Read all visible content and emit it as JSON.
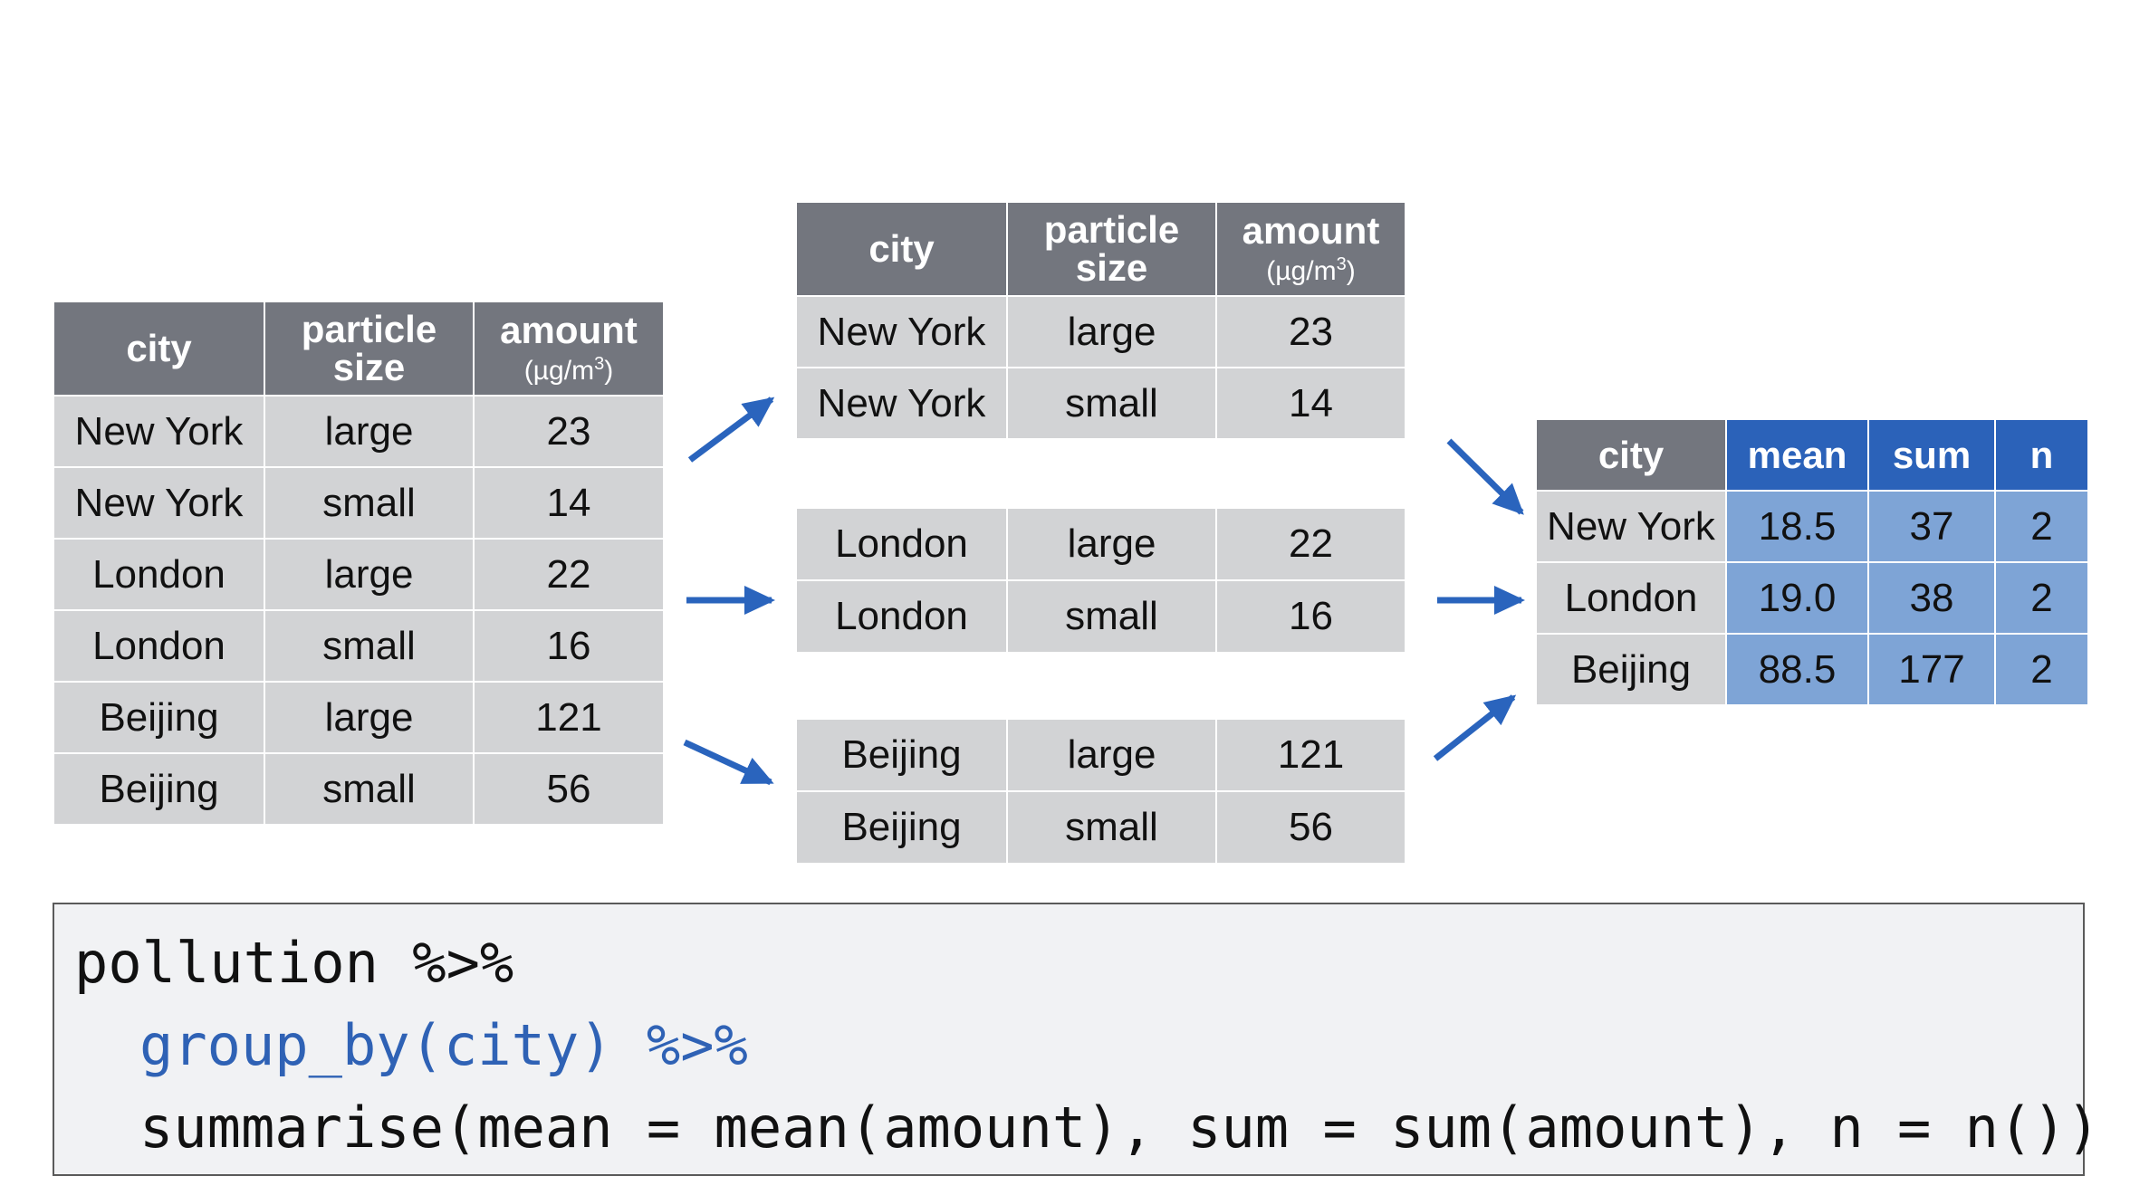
{
  "headers": {
    "city": "city",
    "particle_size_line1": "particle",
    "particle_size_line2": "size",
    "amount": "amount",
    "amount_unit_prefix": "(µg/m",
    "amount_unit_exp": "3",
    "amount_unit_suffix": ")",
    "mean": "mean",
    "sum": "sum",
    "n": "n"
  },
  "input_table": {
    "rows": [
      {
        "city": "New York",
        "size": "large",
        "amount": "23"
      },
      {
        "city": "New York",
        "size": "small",
        "amount": "14"
      },
      {
        "city": "London",
        "size": "large",
        "amount": "22"
      },
      {
        "city": "London",
        "size": "small",
        "amount": "16"
      },
      {
        "city": "Beijing",
        "size": "large",
        "amount": "121"
      },
      {
        "city": "Beijing",
        "size": "small",
        "amount": "56"
      }
    ]
  },
  "groups": {
    "new_york": {
      "rows": [
        {
          "city": "New York",
          "size": "large",
          "amount": "23"
        },
        {
          "city": "New York",
          "size": "small",
          "amount": "14"
        }
      ]
    },
    "london": {
      "rows": [
        {
          "city": "London",
          "size": "large",
          "amount": "22"
        },
        {
          "city": "London",
          "size": "small",
          "amount": "16"
        }
      ]
    },
    "beijing": {
      "rows": [
        {
          "city": "Beijing",
          "size": "large",
          "amount": "121"
        },
        {
          "city": "Beijing",
          "size": "small",
          "amount": "56"
        }
      ]
    }
  },
  "result_table": {
    "rows": [
      {
        "city": "New York",
        "mean": "18.5",
        "sum": "37",
        "n": "2"
      },
      {
        "city": "London",
        "mean": "19.0",
        "sum": "38",
        "n": "2"
      },
      {
        "city": "Beijing",
        "mean": "88.5",
        "sum": "177",
        "n": "2"
      }
    ]
  },
  "code": {
    "line1": "pollution %>%",
    "line2": "group_by(city) %>%",
    "line3": "summarise(mean = mean(amount), sum = sum(amount), n = n())"
  },
  "colors": {
    "header_gray": "#73767e",
    "cell_gray": "#d2d3d5",
    "accent_blue": "#2b62b9",
    "accent_light_blue": "#7ea4d6",
    "arrow_blue": "#2a64bd"
  }
}
